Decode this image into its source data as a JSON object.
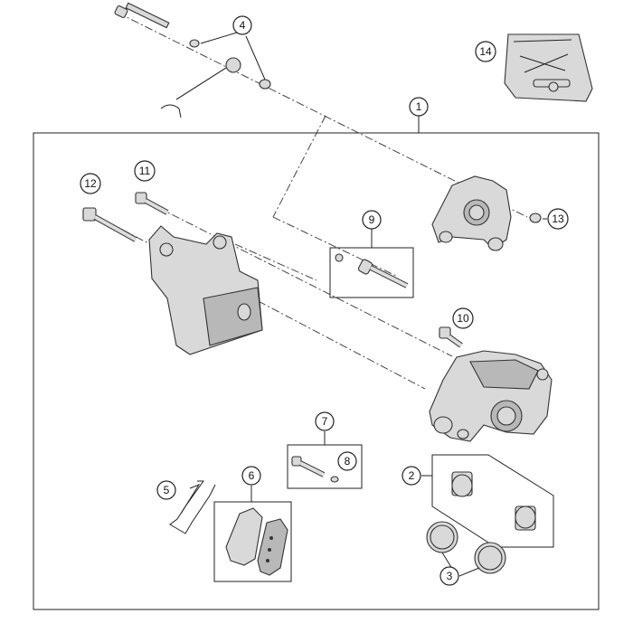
{
  "callouts": {
    "c1": "1",
    "c2": "2",
    "c3": "3",
    "c4": "4",
    "c5": "5",
    "c6": "6",
    "c7": "7",
    "c8": "8",
    "c9": "9",
    "c10": "10",
    "c11": "11",
    "c12": "12",
    "c13": "13",
    "c14": "14"
  },
  "colors": {
    "part_fill": "#d9d9d9",
    "part_dark": "#b8b8b8",
    "outline": "#222222"
  }
}
